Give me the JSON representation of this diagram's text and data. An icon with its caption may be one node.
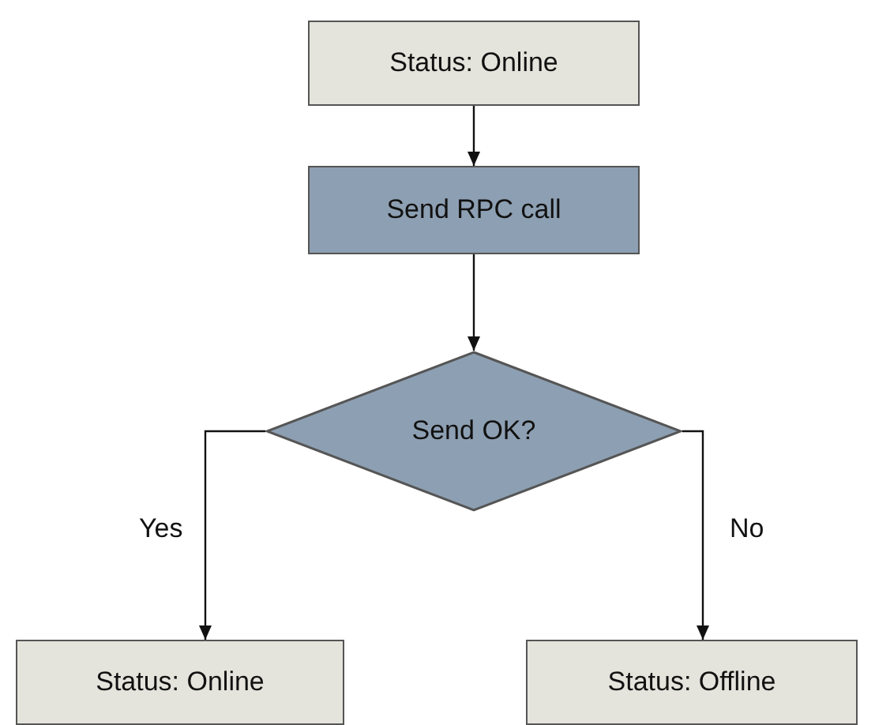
{
  "diagram": {
    "nodes": [
      {
        "text": [
          "Status: Online"
        ]
      },
      {
        "text": [
          "Send RPC call"
        ]
      },
      {
        "text": [
          "Send OK?"
        ]
      },
      {
        "text": [
          "Status: Online"
        ]
      },
      {
        "text": [
          "Status: Offline"
        ]
      }
    ],
    "edges": [
      {
        "from": 0,
        "to": 1,
        "arrow": "to"
      },
      {
        "from": 1,
        "to": 2,
        "arrow": "to"
      },
      {
        "from": 2,
        "to": 3,
        "arrow": "to",
        "label": "Yes"
      },
      {
        "from": 2,
        "to": 4,
        "arrow": "to",
        "label": "No"
      }
    ]
  }
}
